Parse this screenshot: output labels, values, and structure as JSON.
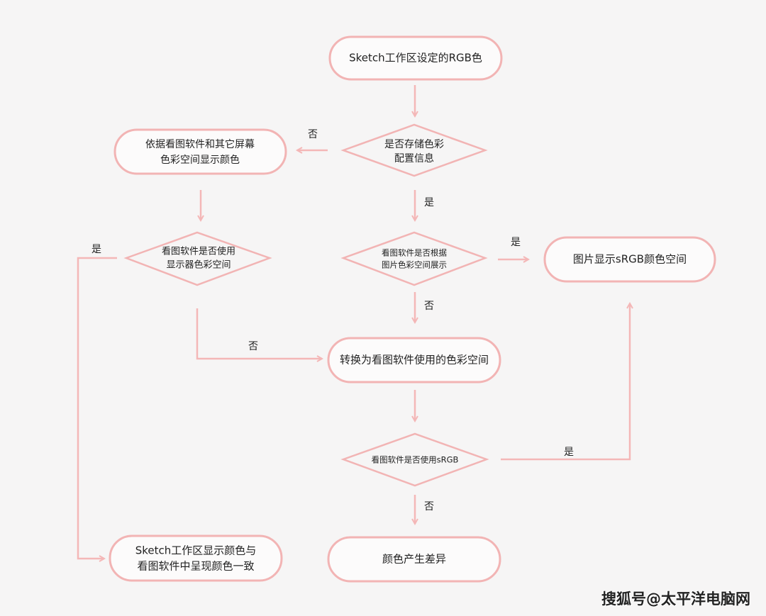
{
  "nodes": {
    "start": [
      "Sketch工作区设定的RGB色"
    ],
    "d_store_profile": [
      "是否存储色彩",
      "配置信息"
    ],
    "left_display": [
      "依据看图软件和其它屏幕",
      "色彩空间显示颜色"
    ],
    "d_monitor_space": [
      "看图软件是否使用",
      "显示器色彩空间"
    ],
    "d_image_space": [
      "看图软件是否根据",
      "图片色彩空间展示"
    ],
    "srgb_display": [
      "图片显示sRGB颜色空间"
    ],
    "convert": [
      "转换为看图软件使用的色彩空间"
    ],
    "d_use_srgb": [
      "看图软件是否使用sRGB"
    ],
    "difference": [
      "颜色产生差异"
    ],
    "consistent": [
      "Sketch工作区显示颜色与",
      "看图软件中呈现颜色一致"
    ]
  },
  "labels": {
    "yes": "是",
    "no": "否"
  },
  "watermark": "搜狐号@太平洋电脑网"
}
